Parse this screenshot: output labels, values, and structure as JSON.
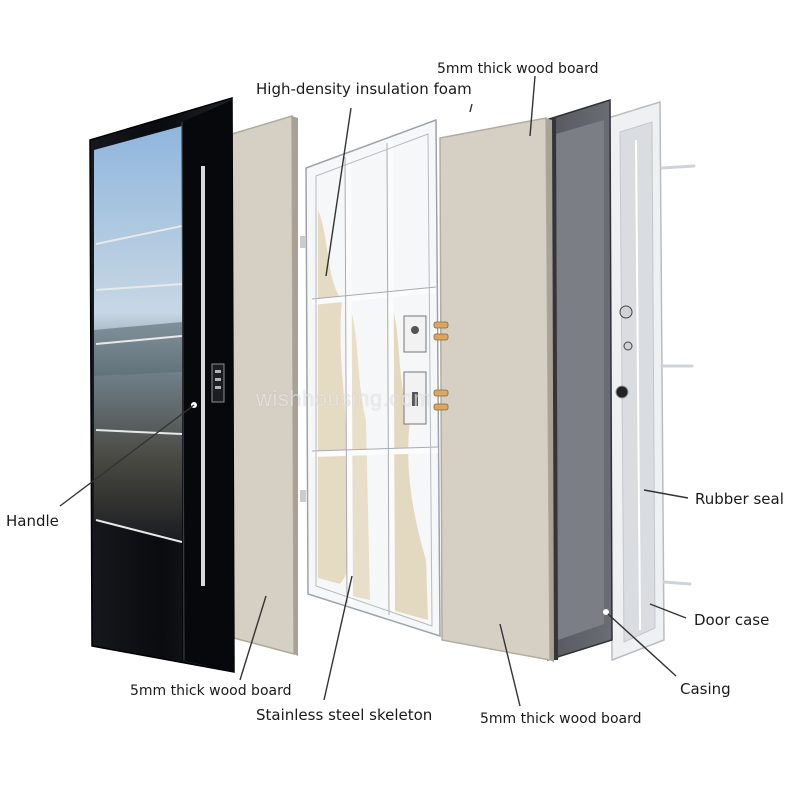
{
  "labels": {
    "insulation_foam": "High-density insulation foam",
    "wood_board_top": "5mm thick wood board",
    "rubber_seal": "Rubber seal",
    "handle": "Handle",
    "door_case": "Door case",
    "casing": "Casing",
    "wood_board_left": "5mm thick wood board",
    "steel_skeleton": "Stainless steel skeleton",
    "wood_board_bottom": "5mm thick wood board"
  },
  "watermark": "wishhousing.com",
  "colors": {
    "door_panel": "#0b0d12",
    "wood_board": "#d8d2c6",
    "steel_frame": "#f4f5f7",
    "foam": "#e6dcc4",
    "door_case": "#3e4046",
    "casing_frame": "#e9ecef",
    "leader_line": "#333333"
  }
}
